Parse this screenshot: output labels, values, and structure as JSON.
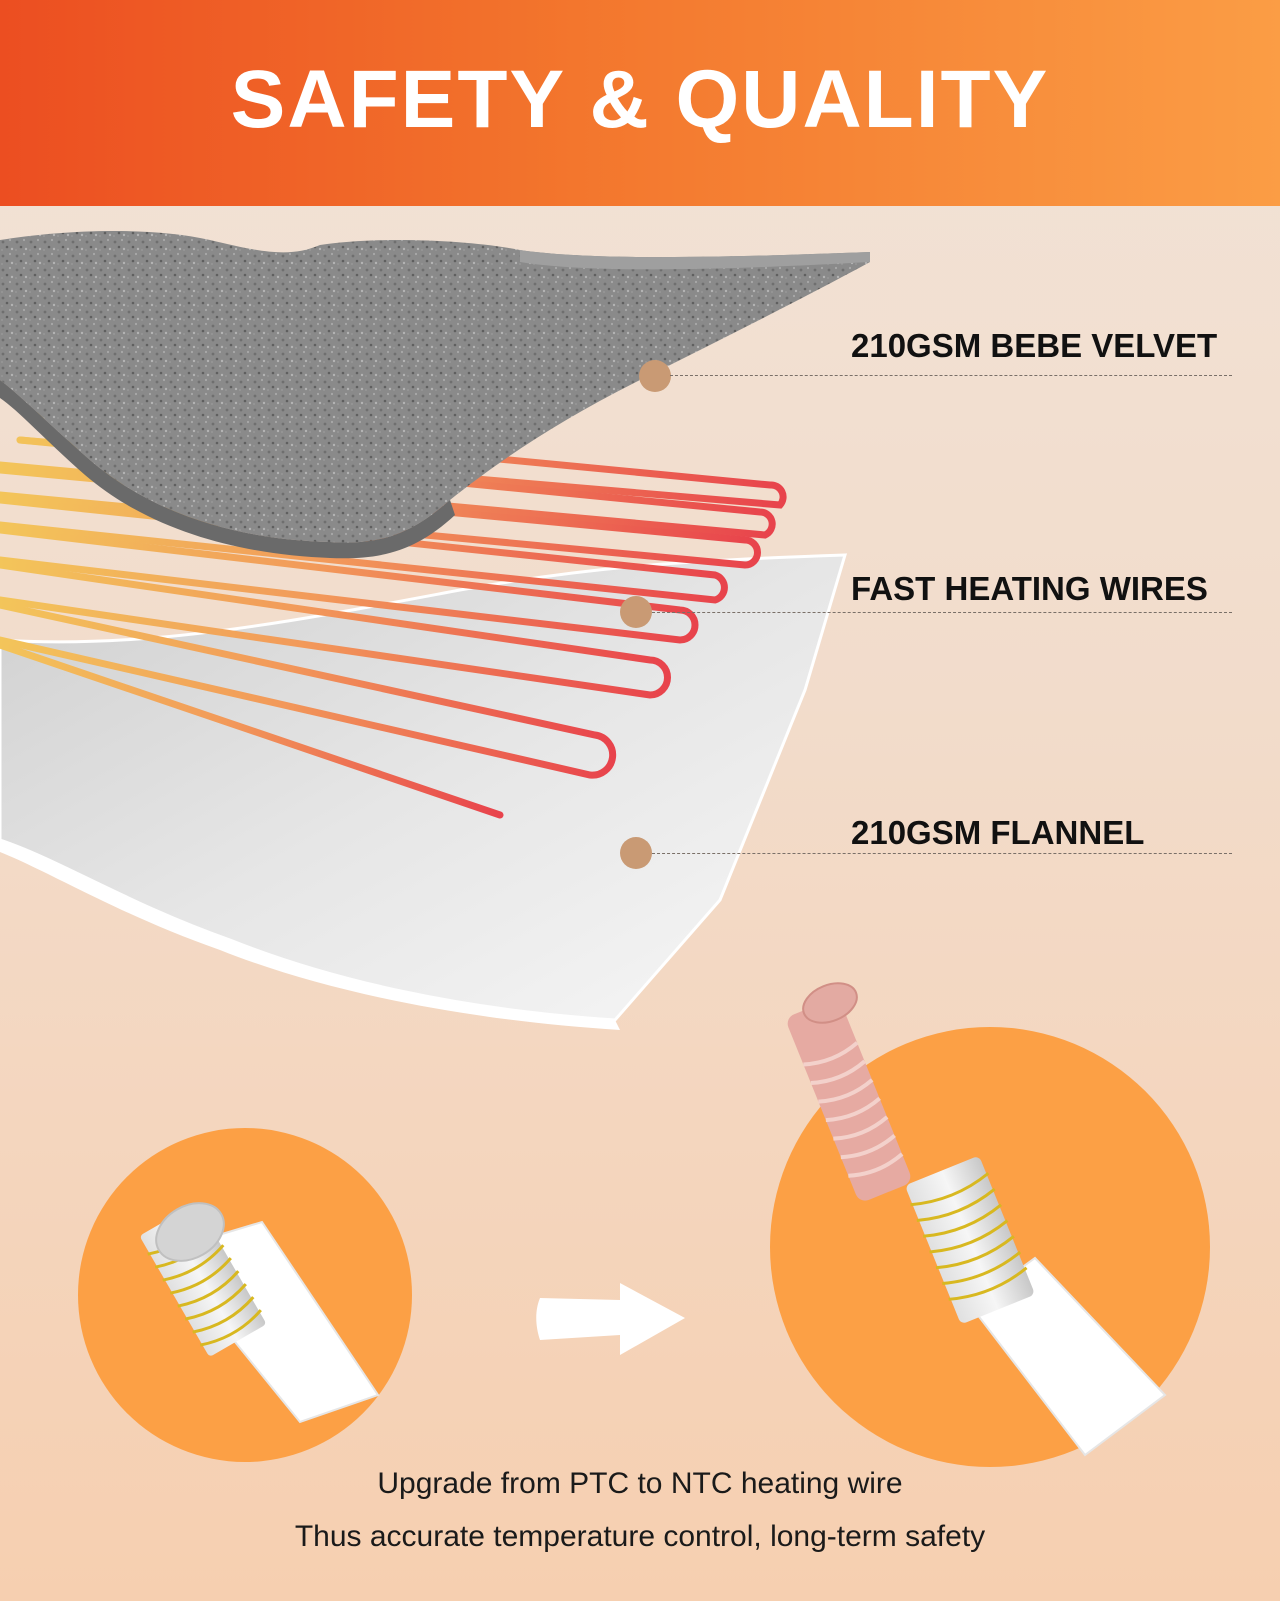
{
  "banner": {
    "title": "SAFETY & QUALITY"
  },
  "colors": {
    "banner_start": "#ec4e21",
    "banner_end": "#fb9d45",
    "marker": "#c99a74",
    "circle_orange": "#fca045",
    "velvet_gray": "#8c8c8c",
    "wire_copper": "#e8564f"
  },
  "layers": [
    {
      "label": "210GSM BEBE VELVET"
    },
    {
      "label": "FAST HEATING WIRES"
    },
    {
      "label": "210GSM FLANNEL"
    }
  ],
  "comparison": {
    "before_icon": "ptc-wire-icon",
    "arrow_icon": "arrow-right-icon",
    "after_icon": "ntc-wire-icon"
  },
  "captions": {
    "line1": "Upgrade from PTC to NTC heating wire",
    "line2": "Thus accurate temperature control, long-term safety"
  }
}
